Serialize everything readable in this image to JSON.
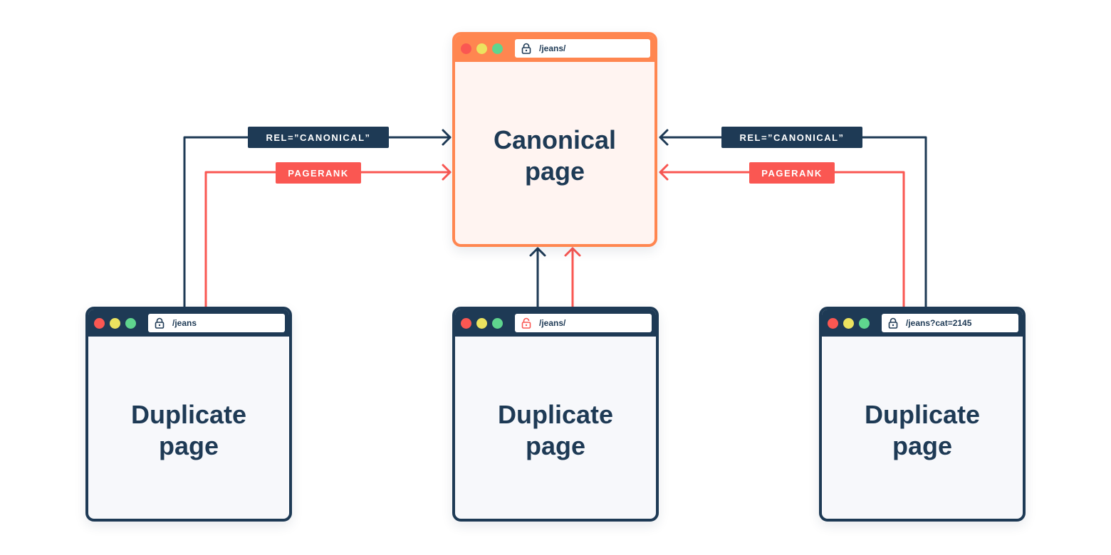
{
  "colors": {
    "navy": "#1e3a55",
    "coral": "#fa5752",
    "orange": "#ff8650",
    "canonical_fill": "#fff4f1",
    "duplicate_fill": "#f7f8fb",
    "dot_red": "#fa5752",
    "dot_yellow": "#ece35f",
    "dot_green": "#5fd58e"
  },
  "canonical": {
    "url": "/jeans/",
    "title": "Canonical\npage",
    "lock_icon": "lock-closed-icon"
  },
  "duplicates": [
    {
      "url": "/jeans",
      "title": "Duplicate\npage",
      "lock_icon": "lock-closed-icon"
    },
    {
      "url": "/jeans/",
      "title": "Duplicate\npage",
      "lock_icon": "lock-open-icon"
    },
    {
      "url": "/jeans?cat=2145",
      "title": "Duplicate\npage",
      "lock_icon": "lock-closed-icon"
    }
  ],
  "labels": {
    "rel_canonical": "REL=”CANONICAL”",
    "pagerank": "PAGERANK"
  }
}
